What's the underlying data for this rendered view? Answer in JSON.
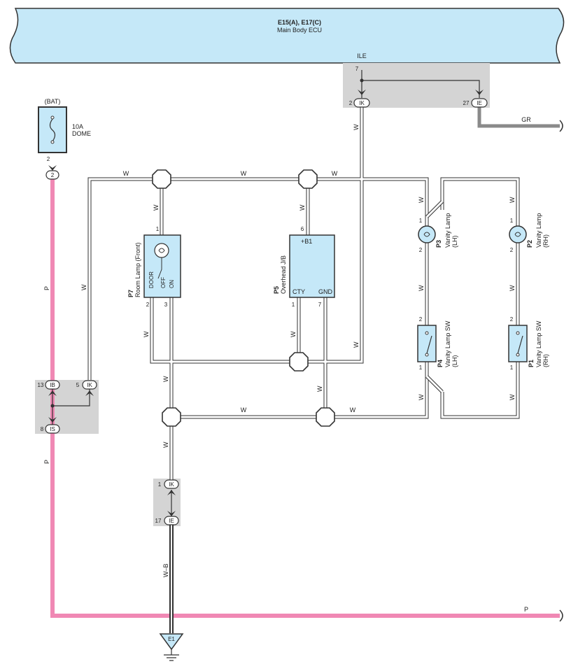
{
  "ecu": {
    "title": "E15(A), E17(C)",
    "subtitle": "Main Body ECU",
    "terminal": "ILE",
    "terminal_pin": "7"
  },
  "ecu_connectors": [
    {
      "pin": "2",
      "code": "IK"
    },
    {
      "pin": "27",
      "code": "IE"
    }
  ],
  "gr_wire": "GR",
  "fuse": {
    "source": "(BAT)",
    "rating": "10A",
    "name": "DOME",
    "pin": "2",
    "conn": "2"
  },
  "wire_colors": {
    "w": "W",
    "p": "P",
    "wb": "W–B"
  },
  "junction_left": [
    {
      "pin": "13",
      "code": "IB"
    },
    {
      "pin": "5",
      "code": "IK"
    },
    {
      "pin": "8",
      "code": "IS"
    }
  ],
  "junction_bottom": [
    {
      "pin": "1",
      "code": "IK"
    },
    {
      "pin": "17",
      "code": "IE"
    }
  ],
  "p7": {
    "id": "P7",
    "name": "Room Lamp (Front)",
    "pin_top": "1",
    "pin_b1": "2",
    "pin_b2": "3",
    "sw_door": "DOOR",
    "sw_off": "OFF",
    "sw_on": "ON"
  },
  "p5": {
    "id": "P5",
    "name": "Overhead J/B",
    "pin_top": "6",
    "pin_b1": "1",
    "pin_b2": "7",
    "t_b1": "+B1",
    "t_cty": "CTY",
    "t_gnd": "GND"
  },
  "p3": {
    "id": "P3",
    "name": "Vanity Lamp",
    "side": "(LH)",
    "pin_top": "1",
    "pin_bot": "2"
  },
  "p2": {
    "id": "P2",
    "name": "Vanity Lamp",
    "side": "(RH)",
    "pin_top": "1",
    "pin_bot": "2"
  },
  "p4": {
    "id": "P4",
    "name": "Vanity Lamp SW",
    "side": "(LH)",
    "pin_top": "2",
    "pin_bot": "1"
  },
  "p1": {
    "id": "P1",
    "name": "Vanity Lamp SW",
    "side": "(RH)",
    "pin_top": "2",
    "pin_bot": "1"
  },
  "ground": "E1",
  "colors": {
    "ecu_fill": "#c5e8f8",
    "power_wire": "#f088b4",
    "junction_fill": "#d4d4d4",
    "gr_wire": "#8a8a8a",
    "component_fill": "#c5e8f8"
  }
}
